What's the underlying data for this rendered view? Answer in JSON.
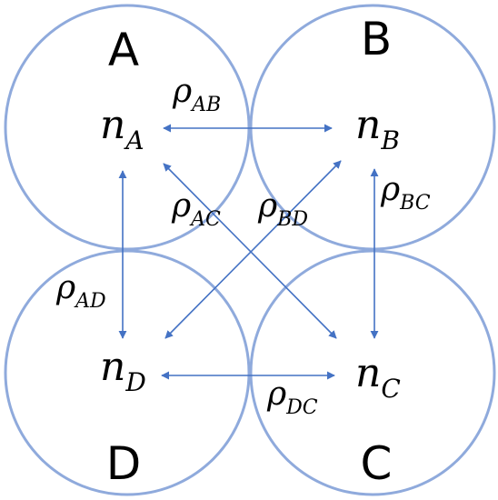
{
  "groups": {
    "A": "A",
    "B": "B",
    "C": "C",
    "D": "D"
  },
  "nodes": {
    "nA": {
      "base": "n",
      "sub": "A"
    },
    "nB": {
      "base": "n",
      "sub": "B"
    },
    "nC": {
      "base": "n",
      "sub": "C"
    },
    "nD": {
      "base": "n",
      "sub": "D"
    }
  },
  "edges": {
    "AB": {
      "base": "ρ",
      "sub": "AB"
    },
    "AC": {
      "base": "ρ",
      "sub": "AC"
    },
    "BD": {
      "base": "ρ",
      "sub": "BD"
    },
    "BC": {
      "base": "ρ",
      "sub": "BC"
    },
    "AD": {
      "base": "ρ",
      "sub": "AD"
    },
    "DC": {
      "base": "ρ",
      "sub": "DC"
    }
  },
  "colors": {
    "circle": "#8faadc",
    "arrow": "#4472c4"
  }
}
